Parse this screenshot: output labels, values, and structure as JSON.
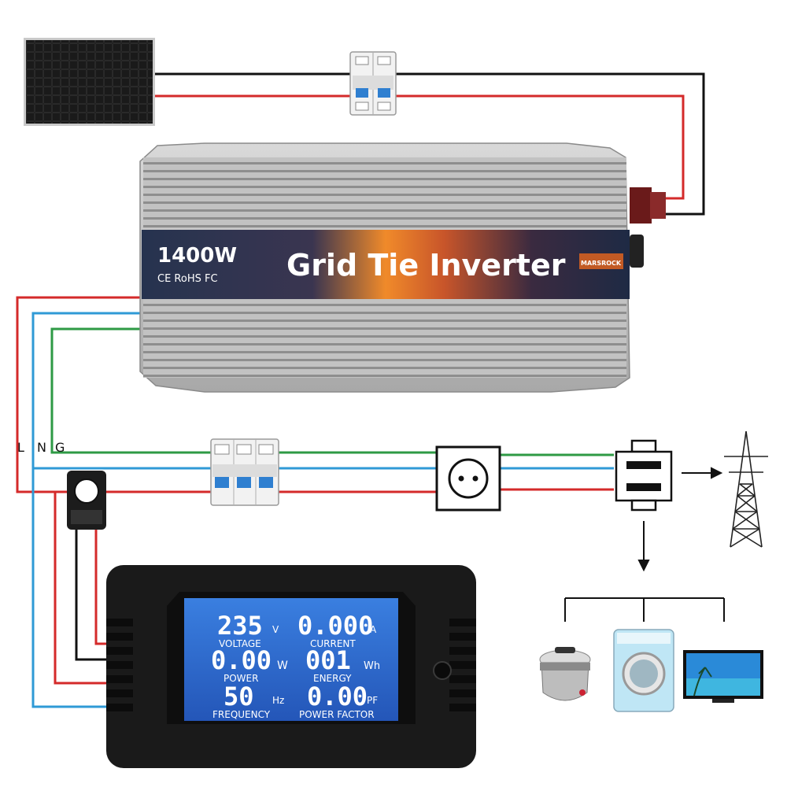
{
  "inverter": {
    "power": "1400W",
    "title": "Grid Tie Inverter",
    "certifications": "CE RoHS FC",
    "brand": "MARSROCK"
  },
  "wiring": {
    "line_label": "L",
    "neutral_label": "N",
    "ground_label": "G",
    "colors": {
      "line": "#d42a2a",
      "neutral": "#2f9ad6",
      "ground": "#2e9a45",
      "dc_neg": "#111111",
      "dc_pos": "#d42a2a"
    }
  },
  "meter": {
    "voltage_value": "235",
    "voltage_unit": "V",
    "voltage_label": "VOLTAGE",
    "current_value": "0.000",
    "current_unit": "A",
    "current_label": "CURRENT",
    "power_value": "0.00",
    "power_unit": "W",
    "power_label": "POWER",
    "energy_value": "001",
    "energy_unit": "Wh",
    "energy_label": "ENERGY",
    "frequency_value": "50",
    "frequency_unit": "Hz",
    "frequency_label": "FREQUENCY",
    "pf_value": "0.00",
    "pf_unit": "PF",
    "pf_label": "POWER FACTOR"
  },
  "components": [
    {
      "id": "solar-panel",
      "icon": "solar-panel-icon"
    },
    {
      "id": "dc-breaker",
      "icon": "breaker-icon"
    },
    {
      "id": "ac-breaker",
      "icon": "breaker-icon"
    },
    {
      "id": "ct-clamp",
      "icon": "current-clamp-icon"
    },
    {
      "id": "socket",
      "icon": "power-socket-icon"
    },
    {
      "id": "meter-box",
      "icon": "junction-box-icon"
    },
    {
      "id": "pylon",
      "icon": "transmission-tower-icon"
    },
    {
      "id": "cooker",
      "icon": "rice-cooker-icon"
    },
    {
      "id": "washer",
      "icon": "washing-machine-icon"
    },
    {
      "id": "tv",
      "icon": "tv-icon"
    }
  ]
}
